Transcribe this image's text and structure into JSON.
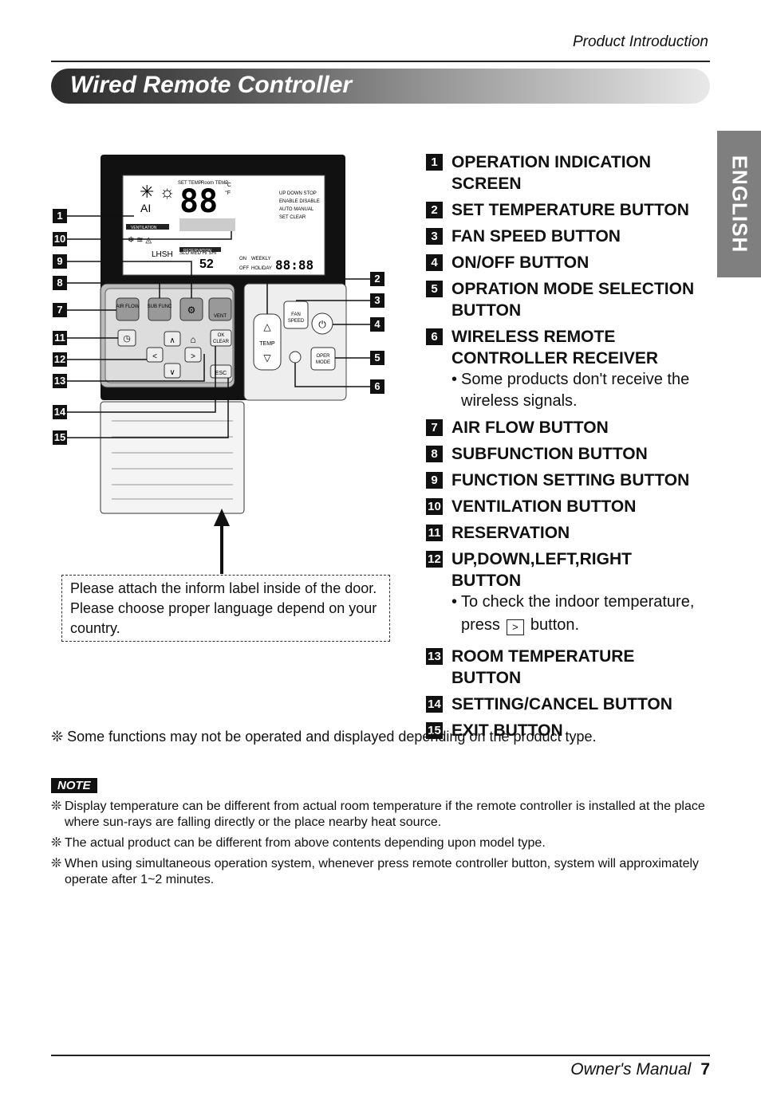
{
  "header": {
    "section": "Product Introduction"
  },
  "banner": {
    "title": "Wired Remote Controller"
  },
  "lang_tab": {
    "label": "ENGLISH"
  },
  "items": [
    {
      "num": "1",
      "label": "OPERATION INDICATION SCREEN"
    },
    {
      "num": "2",
      "label": "SET TEMPERATURE BUTTON"
    },
    {
      "num": "3",
      "label": "FAN SPEED BUTTON"
    },
    {
      "num": "4",
      "label": "ON/OFF BUTTON"
    },
    {
      "num": "5",
      "label": "OPRATION MODE SELECTION BUTTON"
    },
    {
      "num": "6",
      "label": "WIRELESS REMOTE CONTROLLER RECEIVER",
      "note": "Some products don't receive the wireless signals."
    },
    {
      "num": "7",
      "label": "AIR FLOW BUTTON"
    },
    {
      "num": "8",
      "label": "SUBFUNCTION BUTTON"
    },
    {
      "num": "9",
      "label": "FUNCTION SETTING BUTTON"
    },
    {
      "num": "10",
      "label": "VENTILATION BUTTON"
    },
    {
      "num": "11",
      "label": "RESERVATION"
    },
    {
      "num": "12",
      "label": "UP,DOWN,LEFT,RIGHT BUTTON",
      "note_a": "To check the indoor temperature,",
      "note_b": "press",
      "note_c": "button."
    },
    {
      "num": "13",
      "label": "ROOM TEMPERATURE BUTTON"
    },
    {
      "num": "14",
      "label": "SETTING/CANCEL BUTTON"
    },
    {
      "num": "15",
      "label": "EXIT BUTTON"
    }
  ],
  "diagram": {
    "callouts_left": [
      "1",
      "10",
      "9",
      "8",
      "7",
      "11",
      "12",
      "13",
      "14",
      "15"
    ],
    "callouts_right": [
      "2",
      "3",
      "4",
      "5",
      "6"
    ],
    "buttons": {
      "air_flow": "AIR FLOW",
      "sub_func": "SUB FUNC",
      "vent": "VENT",
      "ok_clear_1": "OK",
      "ok_clear_2": "CLEAR",
      "esc": "ESC",
      "fan_speed_1": "FAN",
      "fan_speed_2": "SPEED",
      "oper_mode_1": "OPER",
      "oper_mode_2": "MODE",
      "temp": "TEMP"
    },
    "display": {
      "temp_digits": "88",
      "segments": "88:88",
      "set_temp": "SET TEMP",
      "room_temp": "Room TEMP",
      "ventilation": "VENTILATION",
      "reservation": "RESERVATION",
      "lhsh": "LHSH",
      "fan_levels": "SLO  MED  HI  SHI",
      "weekly": "WEEKLY",
      "holiday": "HOLIDAY",
      "up_down_stop": "UP DOWN STOP",
      "enable_disable": "ENABLE DISABLE",
      "auto_manual": "AUTO MANUAL",
      "set_clear": "SET CLEAR",
      "ai": "AI",
      "on": "ON",
      "off": "OFF"
    }
  },
  "label_box": {
    "text": "Please attach the inform label inside of the door. Please choose proper language depend on your country."
  },
  "footnote": "❊ Some functions may not be operated and displayed depending on the product type.",
  "note_badge": "NOTE",
  "notes": [
    "Display temperature can be different from actual room temperature if the remote controller is  installed at the place where sun-rays are falling directly or the place nearby heat source.",
    "The actual product can be different from above contents depending upon model type.",
    "When using simultaneous operation system, whenever press remote controller button, system will approximately operate after 1~2 minutes."
  ],
  "note_symbol": "❊",
  "footer": {
    "text": "Owner's Manual",
    "page": "7"
  }
}
